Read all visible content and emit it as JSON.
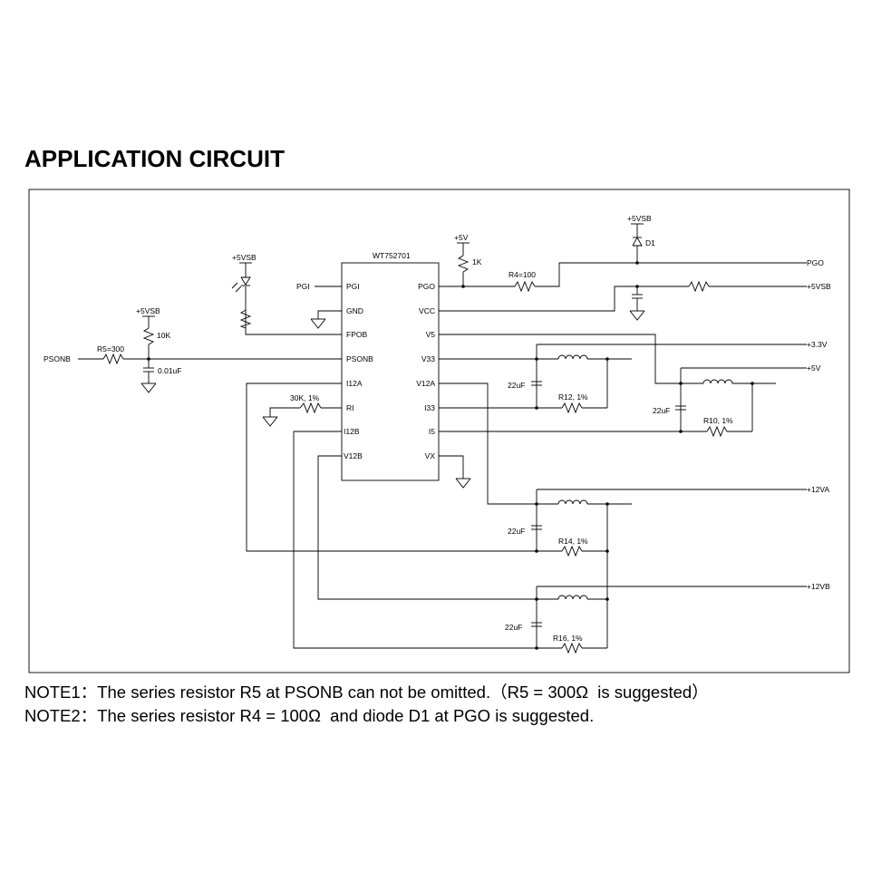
{
  "title": "APPLICATION CIRCUIT",
  "chip": {
    "name": "WT752701",
    "left_pins": [
      "PGI",
      "GND",
      "FPOB",
      "PSONB",
      "I12A",
      "RI",
      "I12B",
      "V12B"
    ],
    "right_pins": [
      "PGO",
      "VCC",
      "V5",
      "V33",
      "V12A",
      "I33",
      "I5",
      "VX"
    ]
  },
  "labels": {
    "pgi_net": "PGI",
    "psonb_net": "PSONB",
    "r5": "R5=300",
    "vsb_10k": "+5VSB",
    "r10k": "10K",
    "c001": "0.01uF",
    "vsb_led": "+5VSB",
    "r30k": "30K, 1%",
    "v5_top": "+5V",
    "r1k": "1K",
    "r4": "R4=100",
    "vsb_d1": "+5VSB",
    "d1": "D1",
    "pgo_out": "PGO",
    "vsb_out": "+5VSB",
    "v33_out": "+3.3V",
    "v5_out": "+5V",
    "v12a_out": "+12VA",
    "v12b_out": "+12VB",
    "c22_1": "22uF",
    "c22_2": "22uF",
    "c22_3": "22uF",
    "c22_4": "22uF",
    "r12": "R12, 1%",
    "r10": "R10, 1%",
    "r14": "R14, 1%",
    "r16": "R16, 1%"
  },
  "notes": {
    "note1": "NOTE1：The series resistor R5 at PSONB can not be omitted.（R5 = 300Ω  is suggested）",
    "note2": "NOTE2：The series resistor R4 = 100Ω  and diode D1 at PGO is suggested."
  }
}
